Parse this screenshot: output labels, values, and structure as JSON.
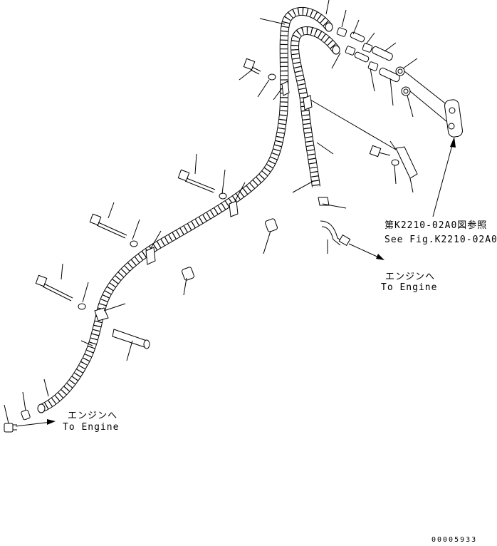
{
  "references": {
    "figure_ref_jp": "第K2210-02A0図参照",
    "figure_ref_en": "See Fig.K2210-02A0"
  },
  "destinations": {
    "right_jp": "エンジンへ",
    "right_en": "To Engine",
    "left_jp": "エンジンへ",
    "left_en": "To Engine"
  },
  "footer": {
    "drawing_number": "00005933"
  }
}
